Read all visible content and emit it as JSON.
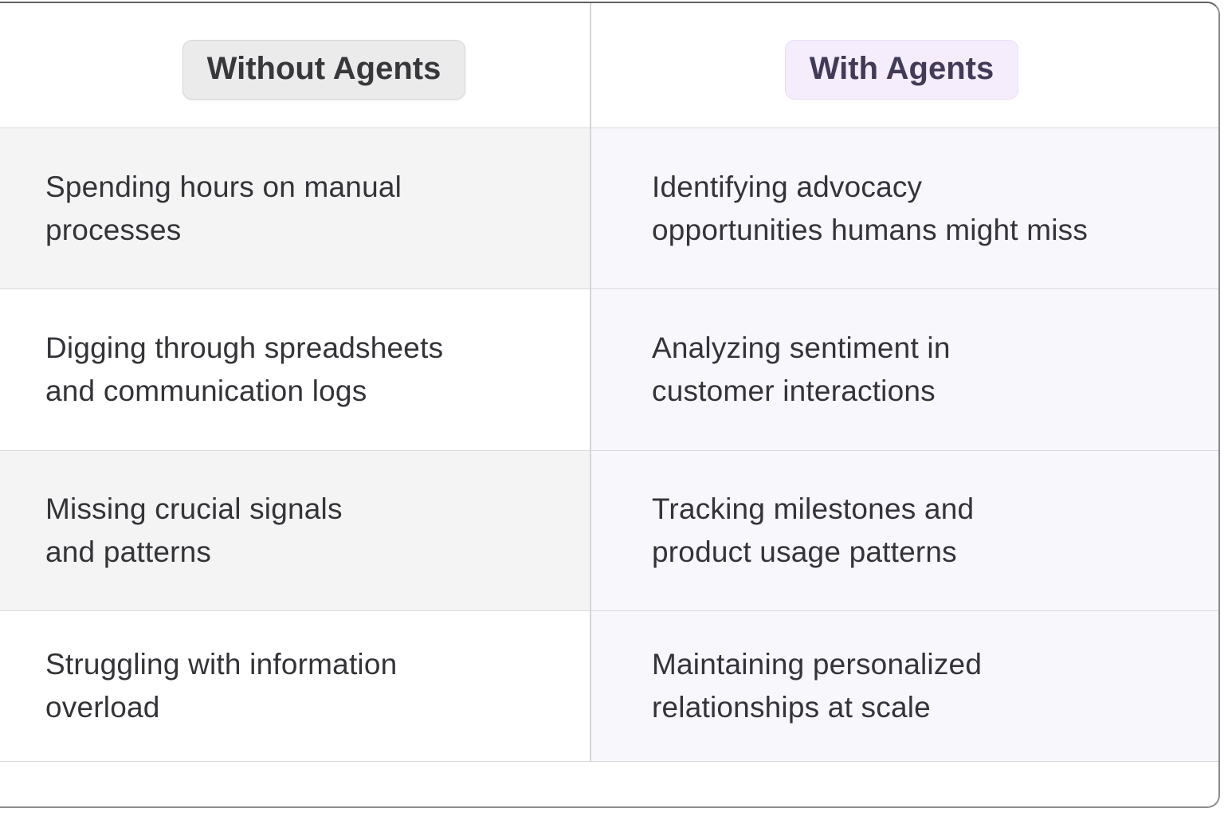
{
  "chart_data": {
    "type": "table",
    "columns": [
      "Without Agents",
      "With Agents"
    ],
    "rows": [
      [
        "Spending hours on manual processes",
        "Identifying advocacy opportunities humans might miss"
      ],
      [
        "Digging through spreadsheets and communication logs",
        "Analyzing sentiment in customer interactions"
      ],
      [
        "Missing crucial signals and patterns",
        "Tracking milestones and product usage patterns"
      ],
      [
        "Struggling with information overload",
        "Maintaining personalized relationships at scale"
      ]
    ],
    "title": "",
    "legend_position": "none"
  },
  "header": {
    "without_label": "Without Agents",
    "with_label": "With Agents"
  },
  "rows": [
    {
      "without": [
        "Spending hours on manual",
        "processes"
      ],
      "with": [
        "Identifying advocacy",
        "opportunities humans might miss"
      ]
    },
    {
      "without": [
        "Digging through spreadsheets",
        "and communication logs"
      ],
      "with": [
        "Analyzing sentiment in",
        "customer interactions"
      ]
    },
    {
      "without": [
        "Missing crucial signals",
        "and patterns"
      ],
      "with": [
        "Tracking milestones and",
        "product usage patterns"
      ]
    },
    {
      "without": [
        "Struggling with information",
        "overload"
      ],
      "with": [
        "Maintaining personalized",
        "relationships at scale"
      ]
    }
  ],
  "colors": {
    "without_badge_bg": "#ebebec",
    "without_badge_border": "#d8d8db",
    "without_badge_text": "#38383c",
    "with_badge_bg": "#f5ecfc",
    "with_badge_border": "#e9dcf6",
    "with_badge_text": "#423b58",
    "left_alt_row_bg": "#f4f4f5",
    "right_column_bg": "#f8f7fc",
    "body_text": "#333338",
    "grid_line": "#d9d9dd",
    "card_border": "#8b8b90"
  }
}
